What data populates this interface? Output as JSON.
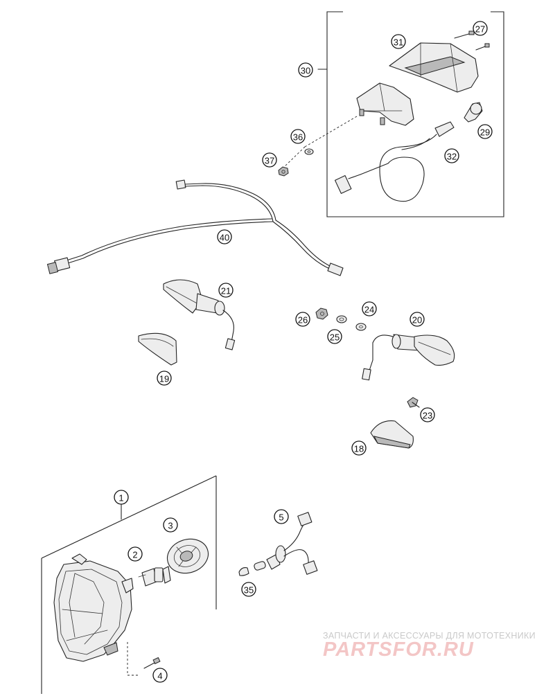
{
  "diagram": {
    "callouts": [
      "1",
      "2",
      "3",
      "4",
      "5",
      "18",
      "19",
      "20",
      "21",
      "23",
      "24",
      "25",
      "26",
      "27",
      "29",
      "30",
      "31",
      "32",
      "35",
      "36",
      "37",
      "40"
    ]
  },
  "watermark": {
    "tagline": "ЗАПЧАСТИ И АКСЕССУАРЫ ДЛЯ МОТОТЕХНИКИ",
    "logo": "PARTSFOR.RU"
  }
}
